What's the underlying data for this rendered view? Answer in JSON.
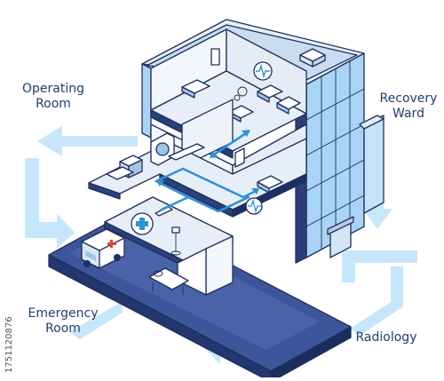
{
  "labels": {
    "operating_room": [
      "Operating",
      "Room"
    ],
    "recovery_ward": [
      "Recovery",
      "Ward"
    ],
    "emergency_room": [
      "Emergency",
      "Room"
    ],
    "radiology": [
      "Radiology"
    ]
  },
  "stock_id": "1751120876",
  "colors": {
    "building_glass": "#a9d4f5",
    "building_dark": "#2b3f78",
    "floor_light": "#e8eef7",
    "flow_arrow": "#bfe3fa",
    "accent_blue": "#2e93d8",
    "outline": "#1d2f5e",
    "label_text": "#1f3f6b"
  },
  "icons": [
    "hospital-cross-icon",
    "heartbeat-monitor-icon",
    "ambulance-icon",
    "stretcher-icon",
    "hospital-bed-icon",
    "mri-scanner-icon",
    "iv-stand-icon"
  ]
}
